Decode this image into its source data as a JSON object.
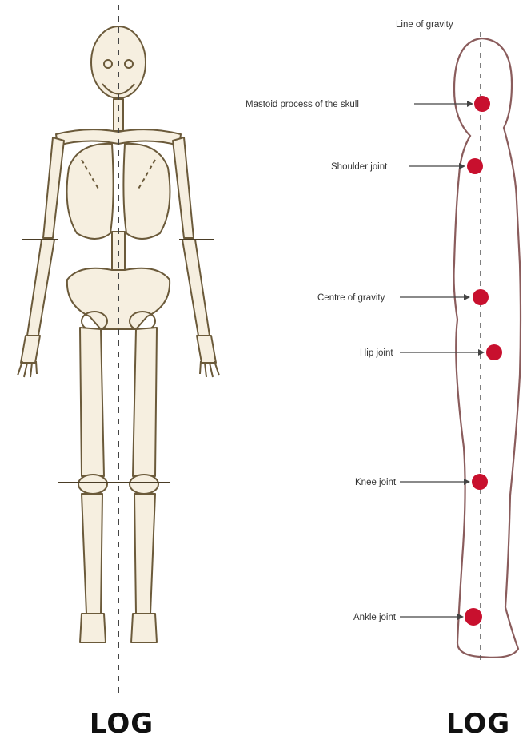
{
  "figure": {
    "gravity_line_label": "Line of gravity",
    "landmarks": [
      {
        "id": "mastoid",
        "label": "Mastoid process of the skull"
      },
      {
        "id": "shoulder",
        "label": "Shoulder joint"
      },
      {
        "id": "cog",
        "label": "Centre of gravity"
      },
      {
        "id": "hip",
        "label": "Hip joint"
      },
      {
        "id": "knee",
        "label": "Knee joint"
      },
      {
        "id": "ankle",
        "label": "Ankle joint"
      }
    ],
    "captions": {
      "left": "LOG",
      "right": "LOG"
    },
    "colors": {
      "skeleton_stroke": "#6b5a3a",
      "skeleton_fill": "#f6efe0",
      "body_outline": "#8a5c5c",
      "marker": "#c8102e",
      "dashed_line": "#555555"
    }
  }
}
